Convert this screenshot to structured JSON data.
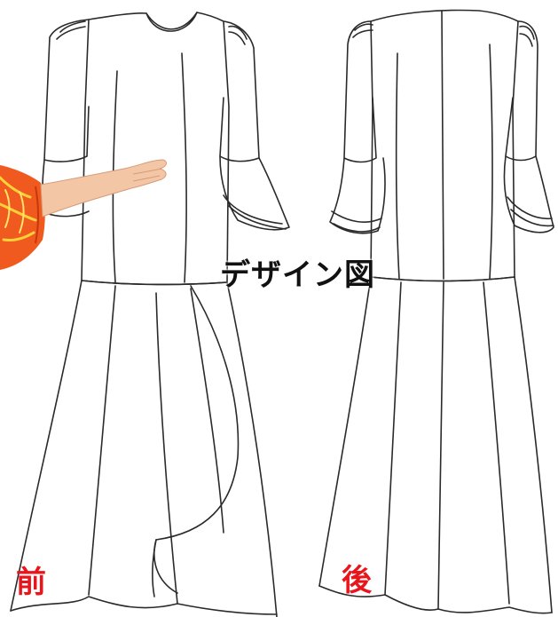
{
  "title": "デザイン図",
  "labels": {
    "front": "前",
    "back": "後"
  },
  "colors": {
    "line": "#2a2a2a",
    "label_red": "#e8161c",
    "sleeve_orange": "#f05a1e",
    "skin": "#f3c7a6"
  },
  "views": [
    {
      "name": "front-dress-sketch"
    },
    {
      "name": "back-dress-sketch"
    }
  ]
}
